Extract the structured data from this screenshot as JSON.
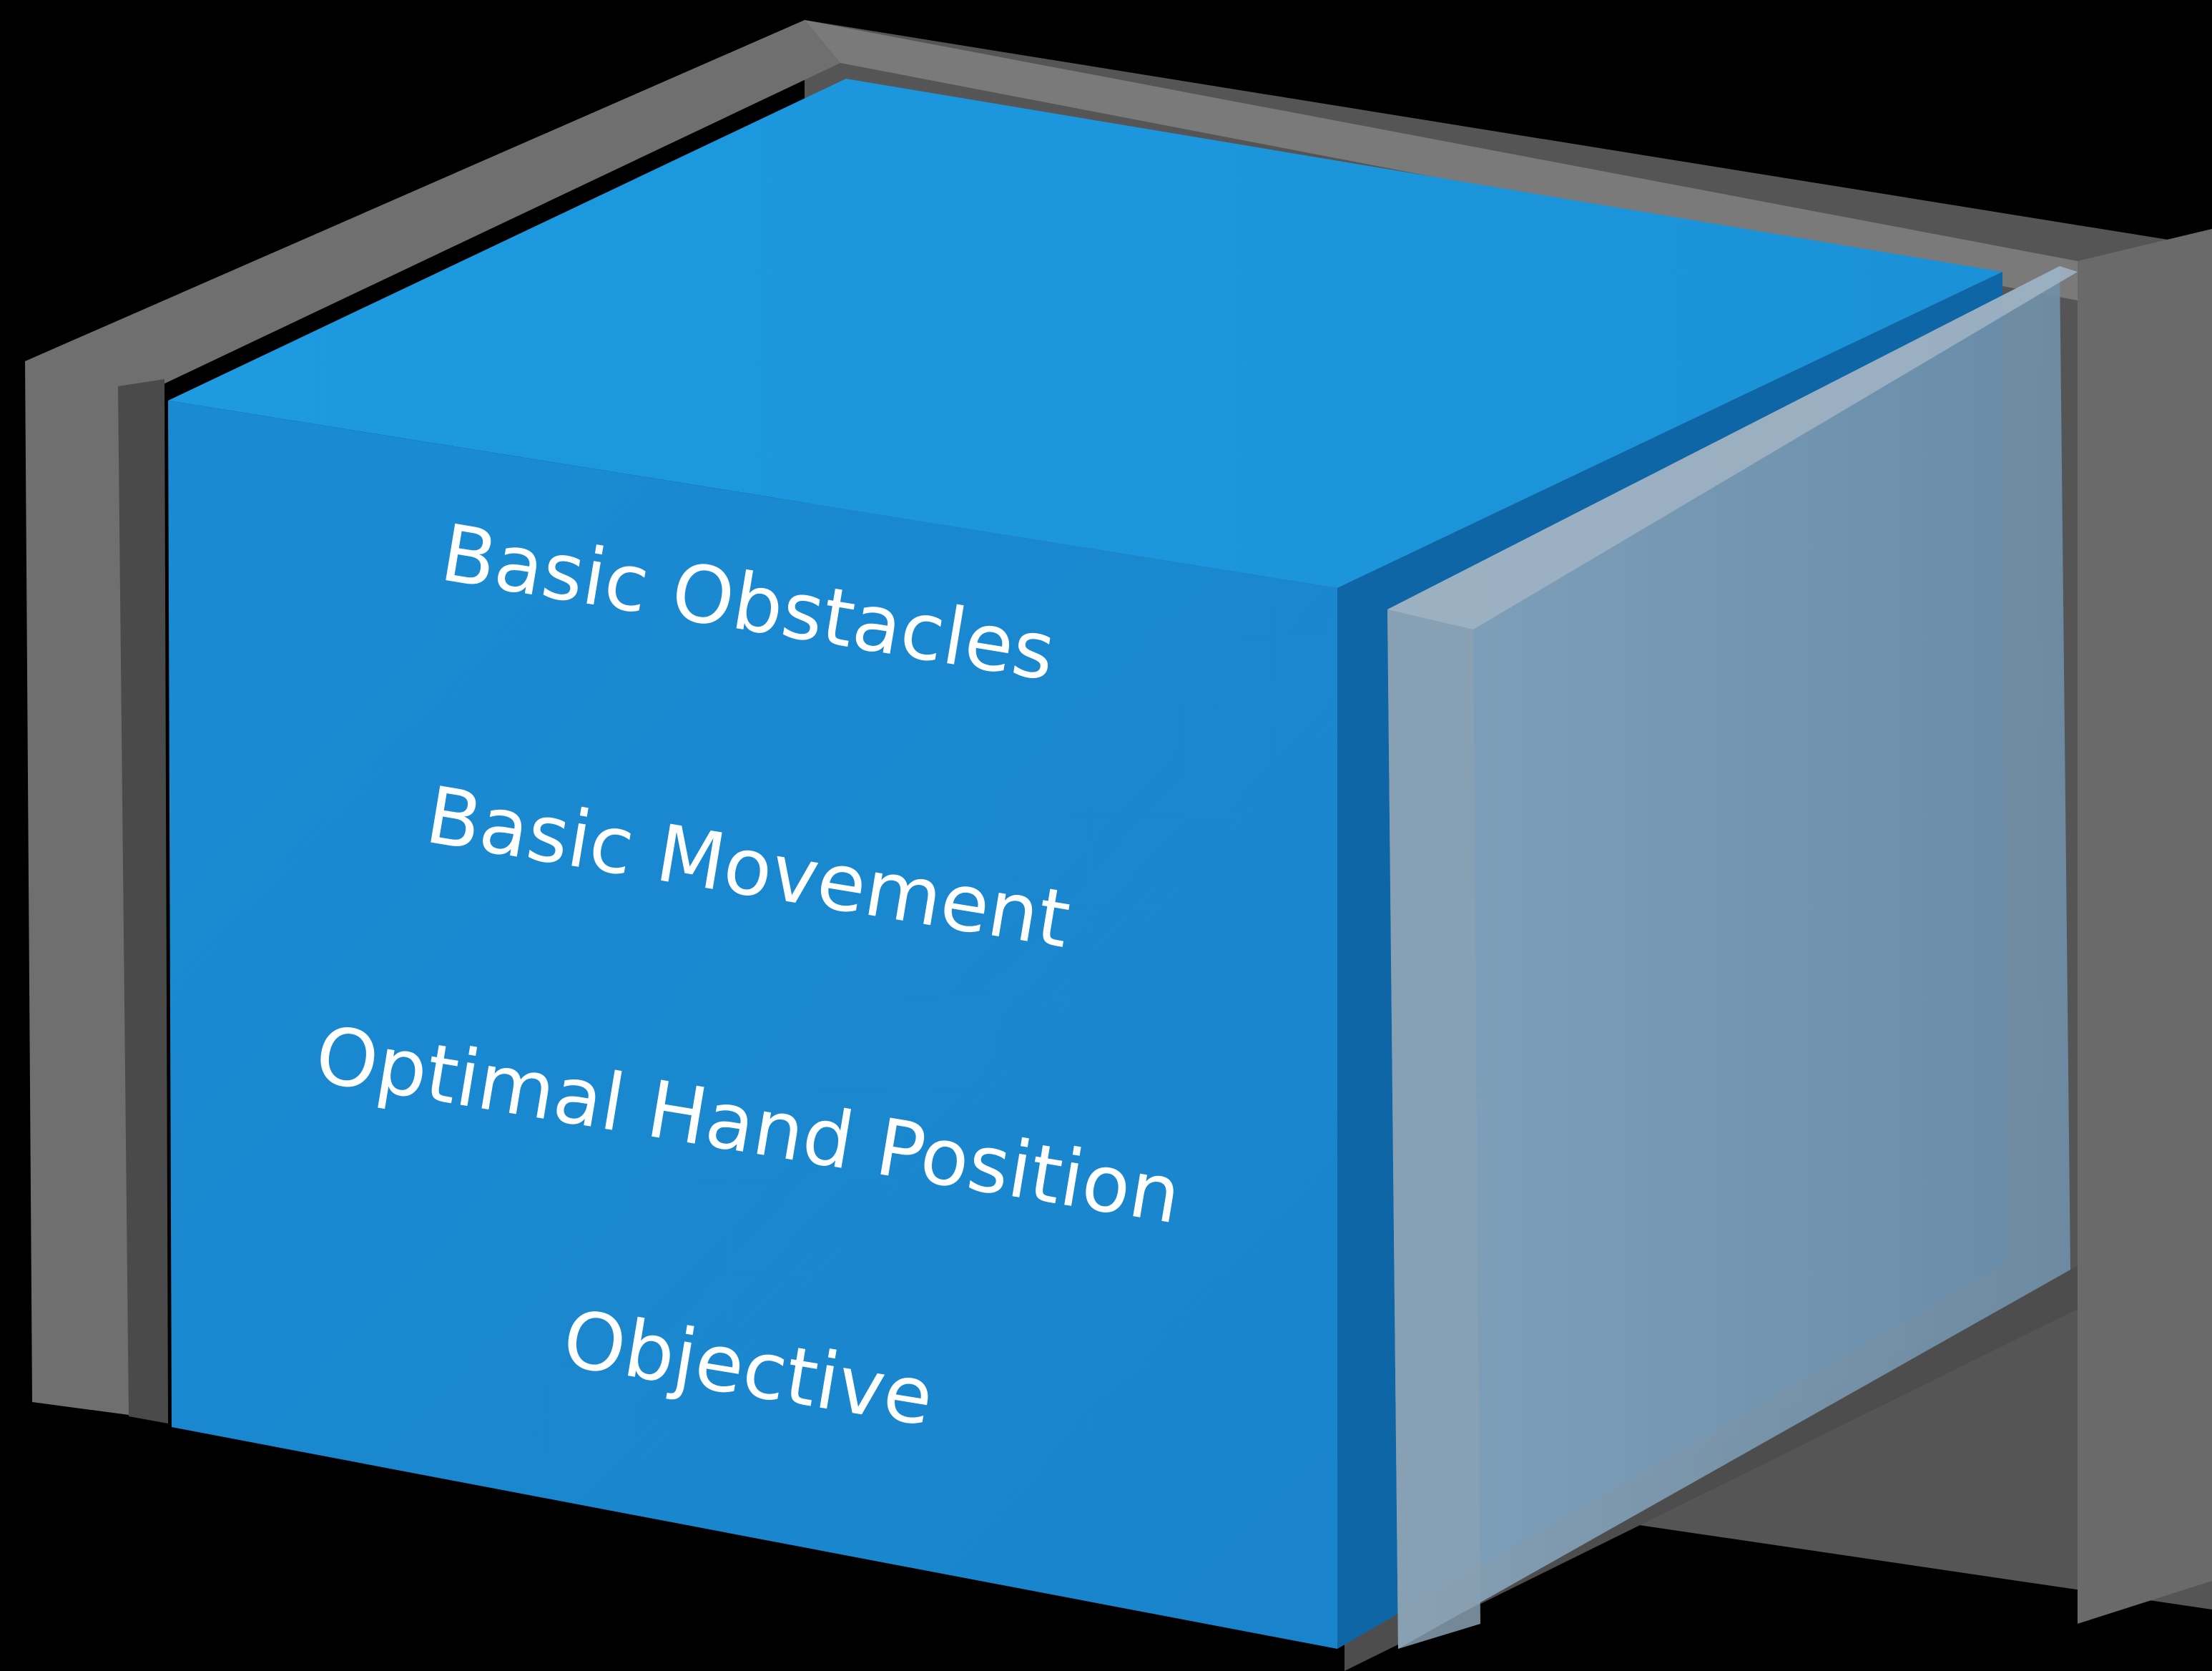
{
  "diagram": {
    "layers": [
      {
        "label": "Basic Obstacles"
      },
      {
        "label": "Basic Movement"
      },
      {
        "label": "Optimal Hand Position"
      },
      {
        "label": "Objective"
      }
    ],
    "colors": {
      "background": "#000000",
      "cube_front": "#1a88d0",
      "cube_top": "#1b97dc",
      "cube_side": "#0d64a2",
      "glass_frame": "#8a8a8a",
      "glass_right_panel": "#7896ad",
      "text": "#ffffff"
    }
  }
}
